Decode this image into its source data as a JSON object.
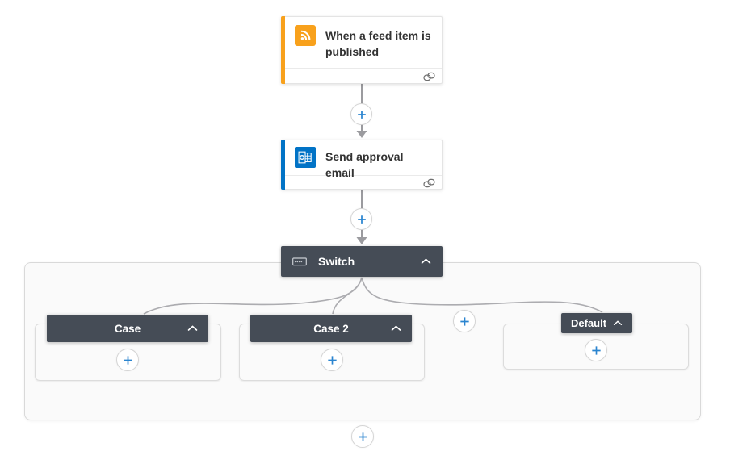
{
  "colors": {
    "trigger_accent": "#F8A11C",
    "action_accent": "#0173C6",
    "header_bg": "#454C56",
    "plus_blue": "#2B85D0",
    "connector_gray": "#9B9B9F",
    "branch_gray": "#ACACB0",
    "scope_bg": "#FAFAFA",
    "scope_border": "#D9D9D9"
  },
  "nodes": {
    "trigger": {
      "title": "When a feed item is published",
      "icon": "rss-icon",
      "footer_icon": "link-icon"
    },
    "action": {
      "title": "Send approval email",
      "icon": "outlook-icon",
      "footer_icon": "link-icon"
    },
    "switch": {
      "title": "Switch",
      "icon": "switch-icon",
      "collapse_icon": "chevron-up-icon"
    },
    "cases": [
      {
        "label": "Case"
      },
      {
        "label": "Case 2"
      },
      {
        "label": "Default"
      }
    ]
  },
  "buttons": {
    "insert_step": "plus-icon",
    "add_case": "plus-icon",
    "add_action_in_case": "plus-icon"
  }
}
